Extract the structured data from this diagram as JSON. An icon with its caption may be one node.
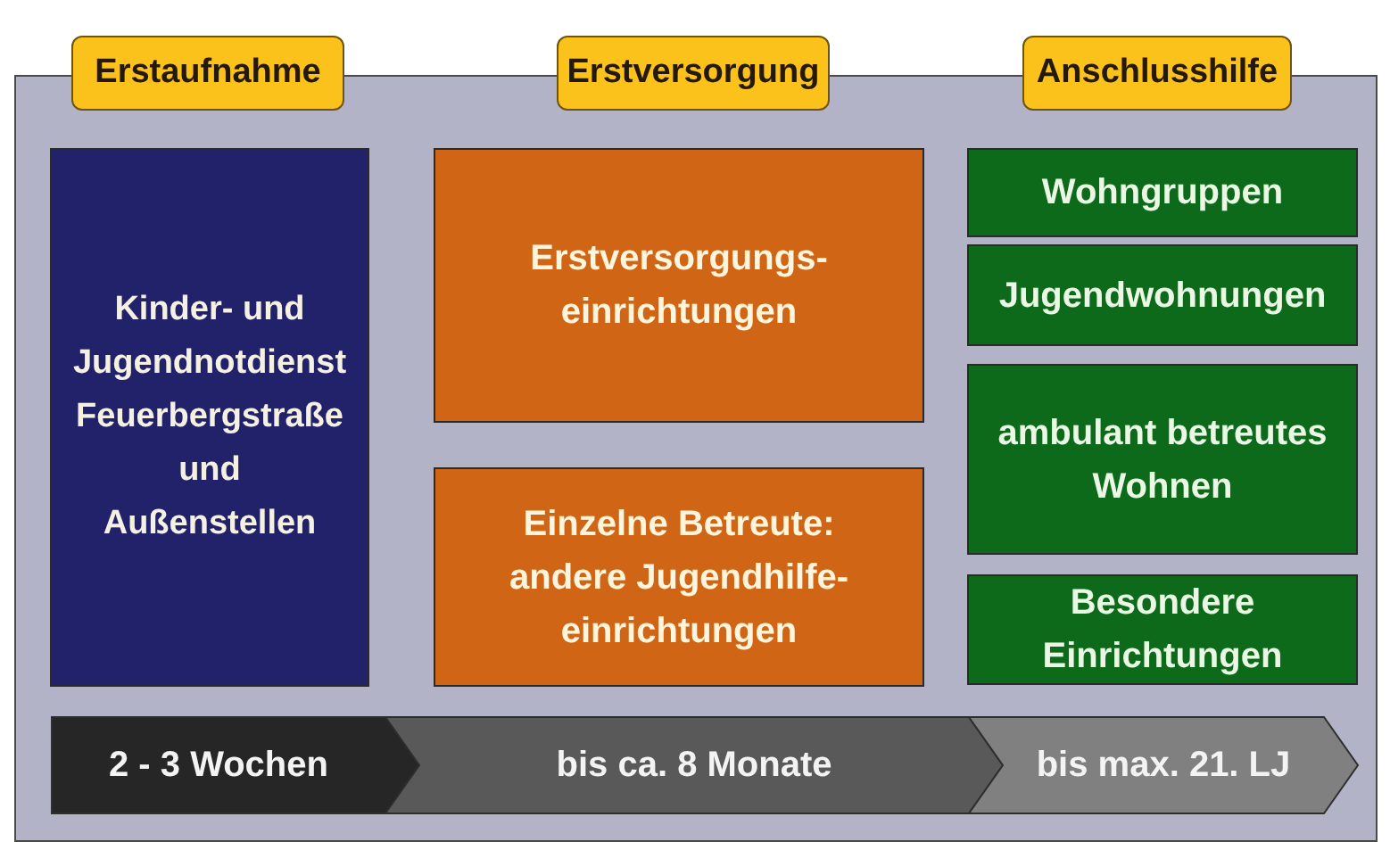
{
  "diagram": {
    "nodes": [
      {
        "text": [
          "Erstaufnahme"
        ]
      },
      {
        "text": [
          "Erstversorgung"
        ]
      },
      {
        "text": [
          "Anschlusshilfe"
        ]
      },
      {
        "text": [
          "Kinder- und Jugendnotdienst Feuerbergstraße und Außenstellen"
        ]
      },
      {
        "text": [
          "Erstversorgungs- einrichtungen"
        ]
      },
      {
        "text": [
          "Einzelne Betreute: andere Jugendhilfe- einrichtungen"
        ]
      },
      {
        "text": [
          "Wohngruppen"
        ]
      },
      {
        "text": [
          "Jugendwohnungen"
        ]
      },
      {
        "text": [
          "ambulant betreutes Wohnen"
        ]
      },
      {
        "text": [
          "Besondere Einrichtungen"
        ]
      },
      {
        "text": [
          "2 - 3 Wochen"
        ]
      },
      {
        "text": [
          "bis ca. 8 Monate"
        ]
      },
      {
        "text": [
          "bis max. 21. LJ"
        ]
      }
    ]
  }
}
